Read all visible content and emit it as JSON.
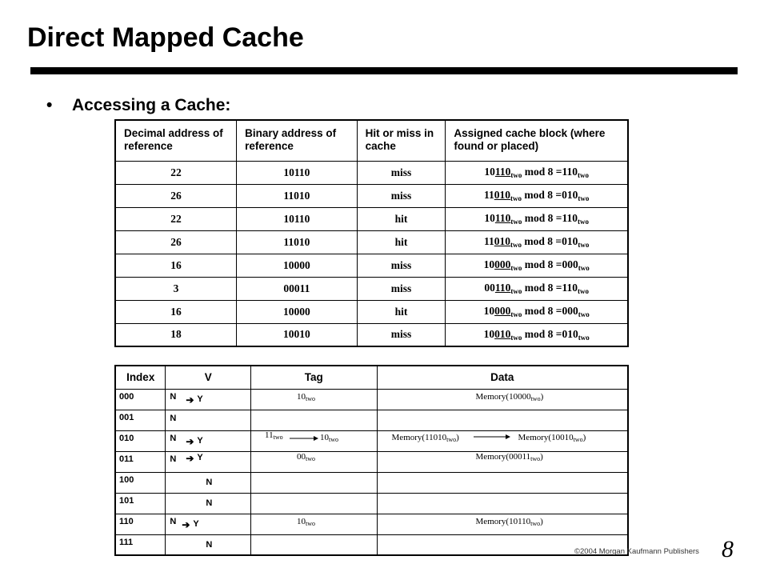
{
  "slide": {
    "title": "Direct Mapped Cache",
    "bullet": "•",
    "subtitle": "Accessing a Cache:",
    "footer": "©2004 Morgan Kaufmann Publishers",
    "page_number": "8"
  },
  "reference_table": {
    "headers": [
      "Decimal address of reference",
      "Binary address of reference",
      "Hit or miss in cache",
      "Assigned cache block (where found or placed)"
    ],
    "rows": [
      {
        "dec": "22",
        "bin": "10110",
        "hm": "miss",
        "pre": "10",
        "mid": "110",
        "sub": "two",
        "expr": " mod 8 =110",
        "sub2": "two"
      },
      {
        "dec": "26",
        "bin": "11010",
        "hm": "miss",
        "pre": "11",
        "mid": "010",
        "sub": "two",
        "expr": " mod 8 =010",
        "sub2": "two"
      },
      {
        "dec": "22",
        "bin": "10110",
        "hm": "hit",
        "pre": "10",
        "mid": "110",
        "sub": "two",
        "expr": " mod 8 =110",
        "sub2": "two"
      },
      {
        "dec": "26",
        "bin": "11010",
        "hm": "hit",
        "pre": "11",
        "mid": "010",
        "sub": "two",
        "expr": " mod 8 =010",
        "sub2": "two"
      },
      {
        "dec": "16",
        "bin": "10000",
        "hm": "miss",
        "pre": "10",
        "mid": "000",
        "sub": "two",
        "expr": " mod 8 =000",
        "sub2": "two"
      },
      {
        "dec": "3",
        "bin": "00011",
        "hm": "miss",
        "pre": "00",
        "mid": "110",
        "sub": "two",
        "expr": " mod 8 =110",
        "sub2": "two"
      },
      {
        "dec": "16",
        "bin": "10000",
        "hm": "hit",
        "pre": "10",
        "mid": "000",
        "sub": "two",
        "expr": " mod 8 =000",
        "sub2": "two"
      },
      {
        "dec": "18",
        "bin": "10010",
        "hm": "miss",
        "pre": "10",
        "mid": "010",
        "sub": "two",
        "expr": " mod 8 =010",
        "sub2": "two"
      }
    ]
  },
  "cache_table": {
    "headers": [
      "Index",
      "V",
      "Tag",
      "Data"
    ],
    "arrow_glyph": "➔",
    "rows": [
      {
        "index": "000",
        "v": "N",
        "v_new": "Y",
        "tag": "10",
        "tag_sub": "two",
        "data": "Memory(10000",
        "data_sub": "two",
        "data_close": ")"
      },
      {
        "index": "001",
        "v": "N"
      },
      {
        "index": "010",
        "v": "N",
        "v_new": "Y",
        "tag_old": "11",
        "tag_old_sub": "two",
        "tag": "10",
        "tag_sub": "two",
        "data_old": "Memory(11010",
        "data_old_sub": "two",
        "data_old_close": ")",
        "data": "Memory(10010",
        "data_sub": "two",
        "data_close": ")"
      },
      {
        "index": "011",
        "v": "N",
        "v_new": "Y",
        "tag": "00",
        "tag_sub": "two",
        "data": "Memory(00011",
        "data_sub": "two",
        "data_close": ")"
      },
      {
        "index": "100",
        "v": "N"
      },
      {
        "index": "101",
        "v": "N"
      },
      {
        "index": "110",
        "v": "N",
        "v_new": "Y",
        "tag": "10",
        "tag_sub": "two",
        "data": "Memory(10110",
        "data_sub": "two",
        "data_close": ")"
      },
      {
        "index": "111",
        "v": "N"
      }
    ]
  }
}
